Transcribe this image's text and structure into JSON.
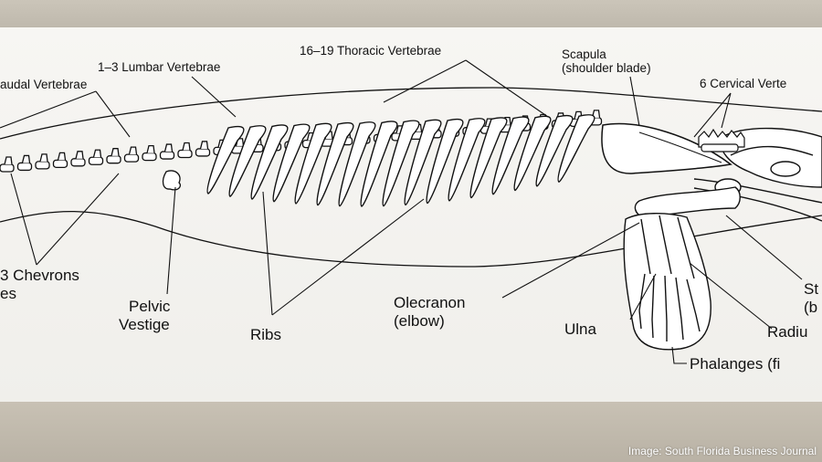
{
  "labels": {
    "thoracic": "16–19 Thoracic Vertebrae",
    "lumbar": "1–3 Lumbar Vertebrae",
    "caudal": "audal Vertebrae",
    "scapula_line1": "Scapula",
    "scapula_line2": "(shoulder blade)",
    "cervical": "6 Cervical Verte",
    "chevrons_line1": "3 Chevrons",
    "chevrons_line2": "es",
    "pelvic_line1": "Pelvic",
    "pelvic_line2": "Vestige",
    "ribs": "Ribs",
    "olecranon_line1": "Olecranon",
    "olecranon_line2": "(elbow)",
    "ulna": "Ulna",
    "radius": "Radiu",
    "phalanges": "Phalanges (fi",
    "sternum_line1": "St",
    "sternum_line2": "(b"
  },
  "credit": "Image: South Florida Business Journal",
  "colors": {
    "panel": "#f4f3f0",
    "frame": "#cfc9bd",
    "ink": "#111111"
  }
}
